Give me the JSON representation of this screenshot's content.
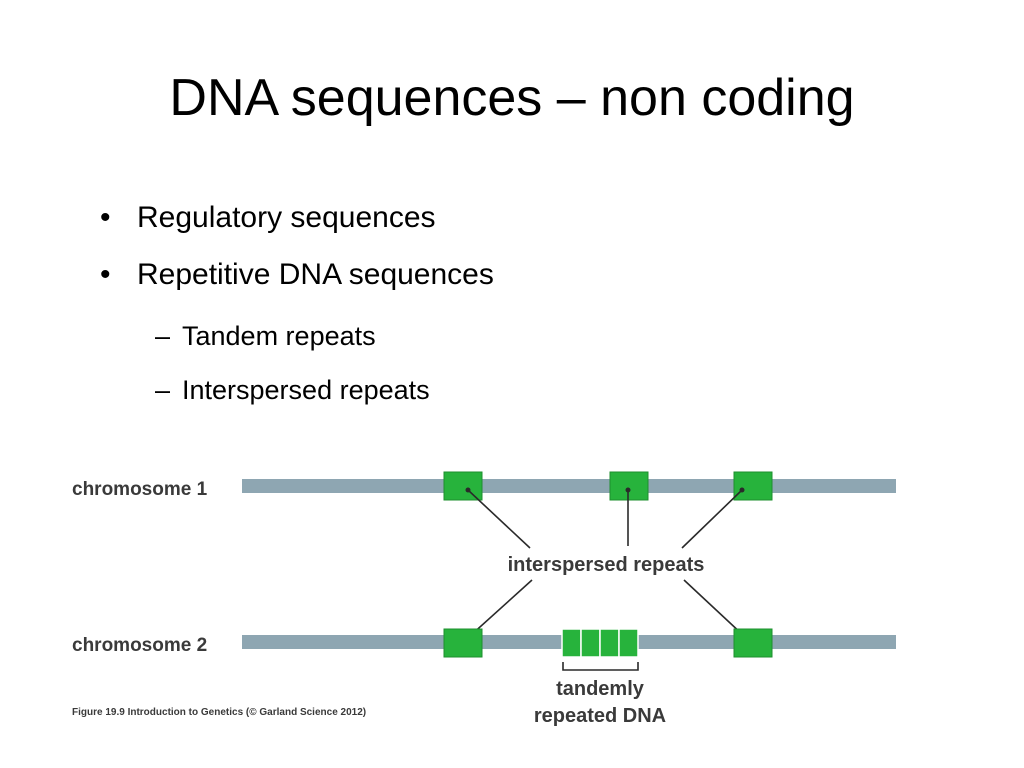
{
  "slide": {
    "title": "DNA sequences – non coding",
    "bullets": [
      {
        "marker": "•",
        "text": "Regulatory sequences"
      },
      {
        "marker": "•",
        "text": "Repetitive DNA sequences"
      }
    ],
    "sub_bullets": [
      {
        "marker": "–",
        "text": "Tandem repeats"
      },
      {
        "marker": "–",
        "text": "Interspersed repeats"
      }
    ]
  },
  "figure": {
    "chromosome_1_label": "chromosome 1",
    "chromosome_2_label": "chromosome 2",
    "interspersed_label": "interspersed repeats",
    "tandem_label_line1": "tandemly",
    "tandem_label_line2": "repeated DNA",
    "caption": "Figure 19.9 Introduction to Genetics (© Garland Science 2012)",
    "colors": {
      "chromosome": "#8ea6b2",
      "repeat": "#27b33c",
      "repeat_border": "#1d8f2e",
      "line": "#2a2a2a",
      "label": "#3a3a3a"
    }
  }
}
